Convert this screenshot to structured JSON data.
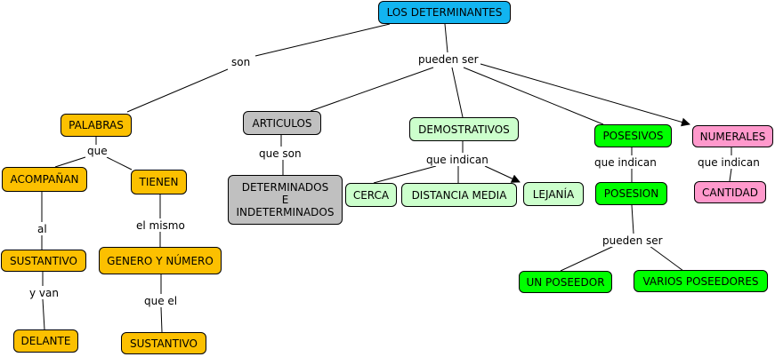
{
  "nodes": {
    "root": "LOS DETERMINANTES",
    "palabras": "PALABRAS",
    "acompanan": "ACOMPAÑAN",
    "tienen": "TIENEN",
    "sustantivo1": "SUSTANTIVO",
    "genero": "GENERO Y NÚMERO",
    "delante": "DELANTE",
    "sustantivo2": "SUSTANTIVO",
    "articulos": "ARTICULOS",
    "det_line1": "DETERMINADOS",
    "det_line2": "E",
    "det_line3": "INDETERMINADOS",
    "demostrativos": "DEMOSTRATIVOS",
    "cerca": "CERCA",
    "distancia": "DISTANCIA MEDIA",
    "lejania": "LEJANÍA",
    "posesivos": "POSESIVOS",
    "posesion": "POSESION",
    "un_poseedor": "UN POSEEDOR",
    "varios": "VARIOS POSEEDORES",
    "numerales": "NUMERALES",
    "cantidad": "CANTIDAD"
  },
  "links": {
    "son": "son",
    "pueden_ser": "pueden ser",
    "que": "que",
    "al": "al",
    "el_mismo": "el mismo",
    "y_van": "y van",
    "que_el": "que el",
    "que_son": "que son",
    "que_indican_dem": "que indican",
    "que_indican_pos": "que indican",
    "que_indican_num": "que indican",
    "pueden_ser_pos": "pueden ser"
  },
  "colors": {
    "root": "#12b4f0",
    "palabras": "#fcc000",
    "articulos": "#c0c0c0",
    "demostrativos": "#ccffcc",
    "posesivos": "#00ff00",
    "numerales": "#ff99cc"
  }
}
